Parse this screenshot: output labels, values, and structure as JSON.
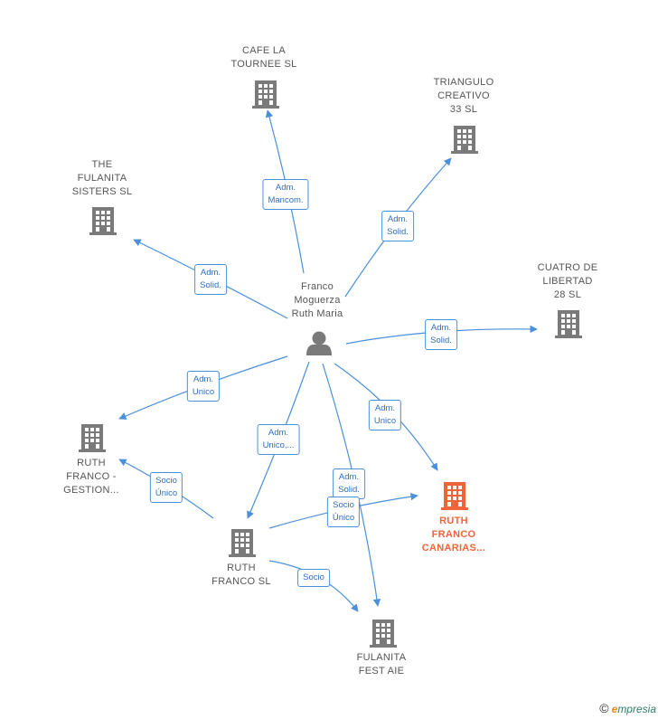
{
  "nodes": {
    "person": {
      "lines": [
        "Franco",
        "Moguerza",
        "Ruth Maria"
      ]
    },
    "cafe": {
      "lines": [
        "CAFE LA",
        "TOURNEE SL"
      ]
    },
    "triangulo": {
      "lines": [
        "TRIANGULO",
        "CREATIVO",
        "33  SL"
      ]
    },
    "fulanita_sisters": {
      "lines": [
        "THE",
        "FULANITA",
        "SISTERS  SL"
      ]
    },
    "cuatro": {
      "lines": [
        "CUATRO DE",
        "LIBERTAD",
        "28  SL"
      ]
    },
    "gestion": {
      "lines": [
        "RUTH",
        "FRANCO -",
        "GESTION..."
      ]
    },
    "canarias": {
      "lines": [
        "RUTH",
        "FRANCO",
        "CANARIAS..."
      ]
    },
    "ruth_sl": {
      "lines": [
        "RUTH",
        "FRANCO SL"
      ]
    },
    "fest": {
      "lines": [
        "FULANITA",
        "FEST AIE"
      ]
    }
  },
  "edges": {
    "cafe": [
      "Adm.",
      "Mancom."
    ],
    "triangulo": [
      "Adm.",
      "Solid."
    ],
    "sisters": [
      "Adm.",
      "Solid."
    ],
    "cuatro": [
      "Adm.",
      "Solid."
    ],
    "gestion": [
      "Adm.",
      "Unico"
    ],
    "ruth_sl": [
      "Adm.",
      "Unico,..."
    ],
    "canarias": [
      "Adm.",
      "Unico"
    ],
    "fest": [
      "Adm.",
      "Solid."
    ],
    "sl_gestion": [
      "Socio",
      "Único"
    ],
    "sl_canarias": [
      "Socio",
      "Único"
    ],
    "sl_fest": [
      "Socio"
    ]
  },
  "footer": {
    "copyright": "©",
    "brand_e": "e",
    "brand_rest": "mpresia"
  },
  "colors": {
    "edge": "#4a8fdc",
    "building": "#7a7a7a",
    "focus": "#f0643c",
    "person": "#7a7a7a"
  }
}
